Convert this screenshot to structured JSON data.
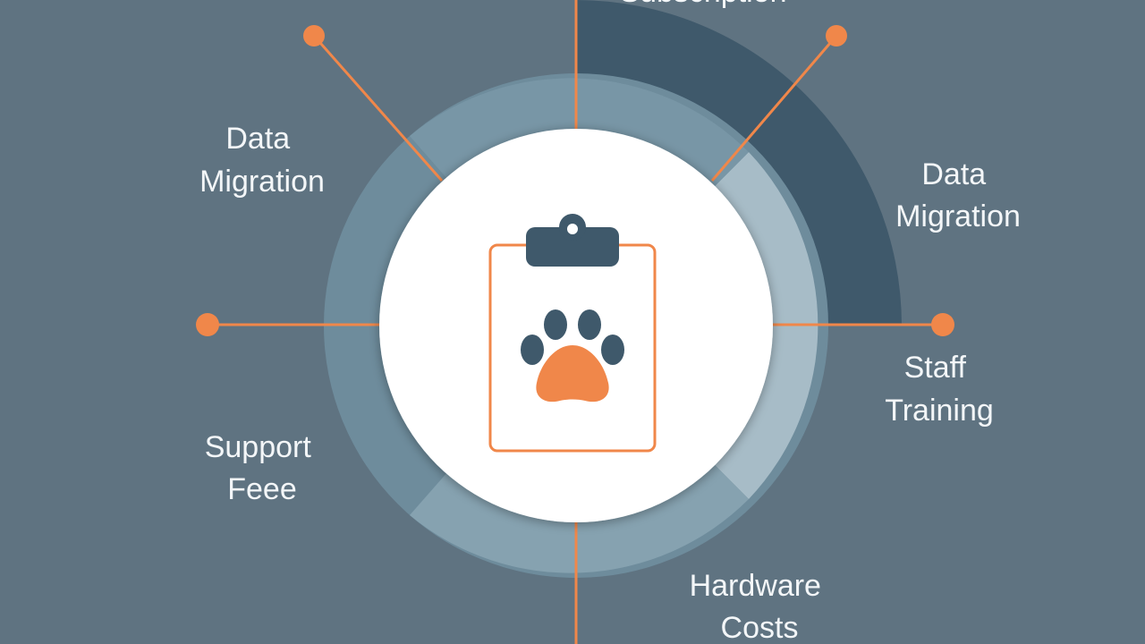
{
  "colors": {
    "background": "#5f7381",
    "outer_arc": "#3f596b",
    "ring_left": "#6e8c9c",
    "ring_right": "#a7bcc7",
    "ring_bottom": "#86a2b0",
    "center_fill": "#ffffff",
    "accent": "#f0874a",
    "clip": "#3f596b",
    "label_text": "#f3f6f8"
  },
  "center_icon": "clipboard-paw-icon",
  "segments": [
    {
      "id": "top",
      "label_lines": [
        "Subscription"
      ]
    },
    {
      "id": "top-left",
      "label_lines": [
        "Data",
        "Migration"
      ]
    },
    {
      "id": "top-right",
      "label_lines": [
        "Data",
        "Migration"
      ]
    },
    {
      "id": "left",
      "label_lines": [
        "Support",
        "Feee"
      ]
    },
    {
      "id": "right",
      "label_lines": [
        "Staff",
        "Training"
      ]
    },
    {
      "id": "bottom",
      "label_lines": [
        "Hardware",
        "Costs"
      ]
    }
  ]
}
